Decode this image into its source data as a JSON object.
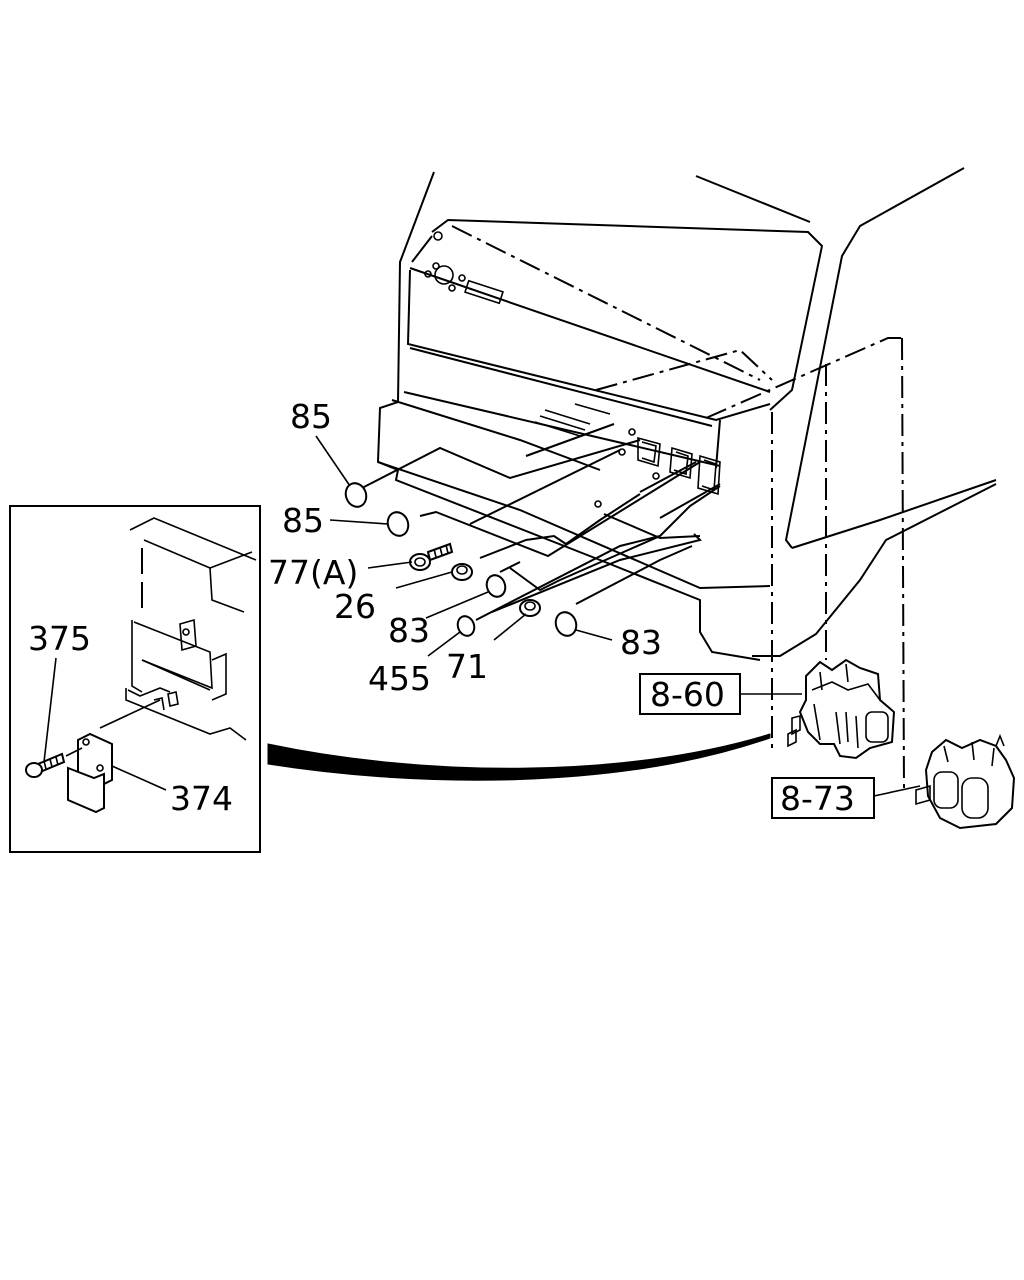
{
  "callouts": {
    "c85a": "85",
    "c85b": "85",
    "c77a": "77(A)",
    "c26": "26",
    "c83a": "83",
    "c83b": "83",
    "c455": "455",
    "c71": "71",
    "c375": "375",
    "c374": "374",
    "ref860": "8-60",
    "ref873": "8-73"
  }
}
